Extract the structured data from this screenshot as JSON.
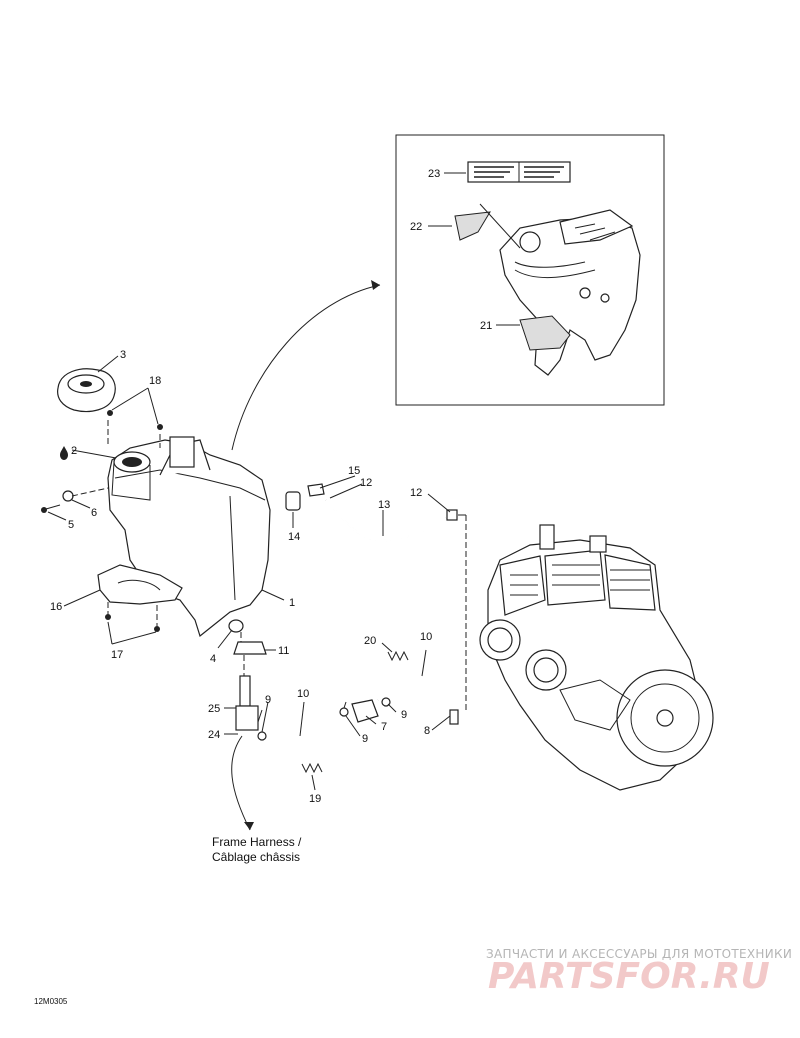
{
  "callouts": {
    "c1": "1",
    "c2": "2",
    "c3": "3",
    "c4": "4",
    "c5": "5",
    "c6": "6",
    "c7": "7",
    "c8": "8",
    "c9a": "9",
    "c9b": "9",
    "c9c": "9",
    "c10a": "10",
    "c10b": "10",
    "c11": "11",
    "c12a": "12",
    "c12b": "12",
    "c13": "13",
    "c14": "14",
    "c15": "15",
    "c16": "16",
    "c17": "17",
    "c18": "18",
    "c19": "19",
    "c20": "20",
    "c21": "21",
    "c22": "22",
    "c23": "23",
    "c24": "24",
    "c25": "25"
  },
  "caption": {
    "line1": "Frame Harness /",
    "line2": "Câblage châssis"
  },
  "reference_code": "12M0305",
  "watermark": {
    "tagline": "ЗАПЧАСТИ И АКСЕССУАРЫ ДЛЯ МОТОТЕХНИКИ",
    "brand": "PARTSFOR.RU"
  }
}
